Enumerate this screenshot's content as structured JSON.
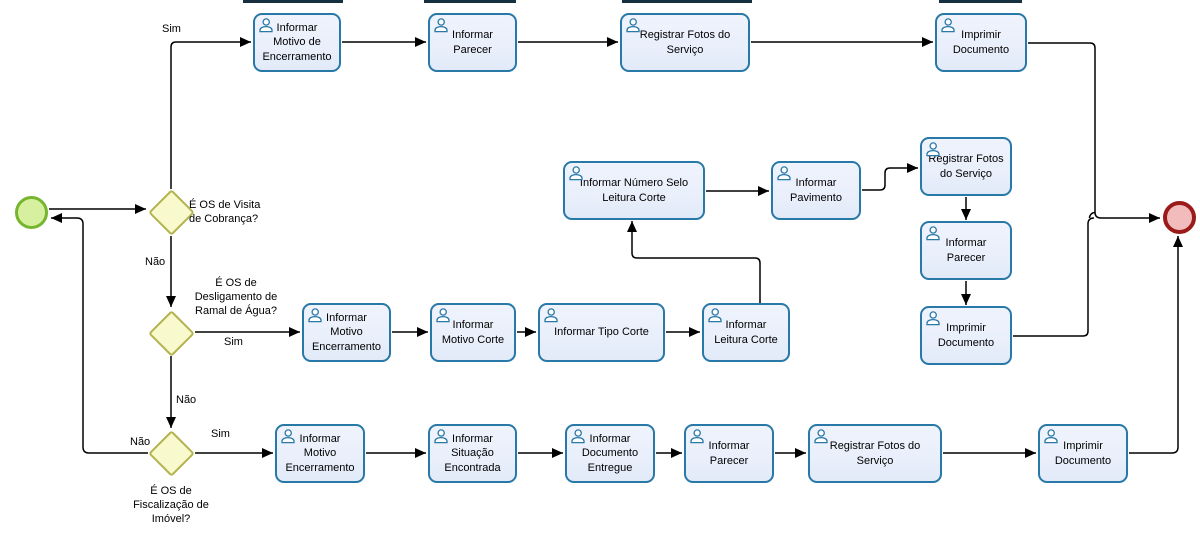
{
  "tasks": [
    {
      "label": "Informar\nMotivo de\nEncerramento"
    },
    {
      "label": "Informar\nParecer"
    },
    {
      "label": "Registrar Fotos do\nServiço"
    },
    {
      "label": "Imprimir\nDocumento"
    },
    {
      "label": "Informar Número Selo\nLeitura Corte"
    },
    {
      "label": "Informar\nPavimento"
    },
    {
      "label": "Registrar Fotos\ndo Serviço"
    },
    {
      "label": "Informar\nParecer"
    },
    {
      "label": "Imprimir\nDocumento"
    },
    {
      "label": "Informar\nMotivo\nEncerramento"
    },
    {
      "label": "Informar\nMotivo Corte"
    },
    {
      "label": "Informar Tipo Corte"
    },
    {
      "label": "Informar\nLeitura Corte"
    },
    {
      "label": "Informar\nMotivo\nEncerramento"
    },
    {
      "label": "Informar\nSituação\nEncontrada"
    },
    {
      "label": "Informar\nDocumento\nEntregue"
    },
    {
      "label": "Informar\nParecer"
    },
    {
      "label": "Registrar Fotos do\nServiço"
    },
    {
      "label": "Imprimir\nDocumento"
    }
  ],
  "gateways": [
    {
      "label": "É OS de Visita\nde Cobrança?"
    },
    {
      "label": "É OS de\nDesligamento de\nRamal de Água?"
    },
    {
      "label": "É OS de\nFiscalização de\nImóvel?"
    }
  ],
  "branches": {
    "g1_yes": "Sim",
    "g1_no": "Não",
    "g2_yes": "Sim",
    "g2_no": "Não",
    "g3_yes": "Sim",
    "g3_no": "Não"
  },
  "colors": {
    "task_fill": "#e9effb",
    "task_border": "#2878a8",
    "gateway_fill": "#f9f9ce",
    "gateway_border": "#b3b34f",
    "start_fill": "#d7f0a0",
    "start_border": "#76b52e",
    "end_fill": "#f2bcbc",
    "end_border": "#9b1a1a",
    "flow": "#000000",
    "icon": "#2878a8"
  }
}
